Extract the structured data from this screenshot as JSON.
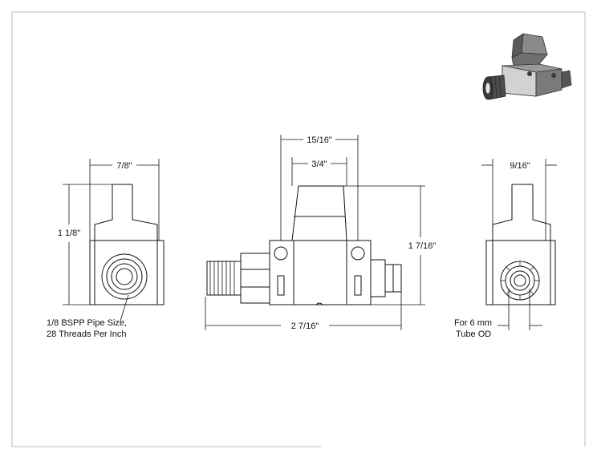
{
  "dimensions": {
    "left_width": "7/8\"",
    "left_height": "1 1/8\"",
    "front_overall_top": "15/16\"",
    "front_inner_top": "3/4\"",
    "front_height": "1 7/16\"",
    "front_length": "2 7/16\"",
    "right_width": "9/16\""
  },
  "notes": {
    "thread_line1": "1/8 BSPP Pipe Size,",
    "thread_line2": "28 Threads Per Inch",
    "tube_line1": "For 6 mm",
    "tube_line2": "Tube OD"
  },
  "colors": {
    "line": "#111111",
    "render_dark": "#4a4a4a",
    "render_mid": "#8a8a8a",
    "render_light": "#c8c8c8"
  }
}
